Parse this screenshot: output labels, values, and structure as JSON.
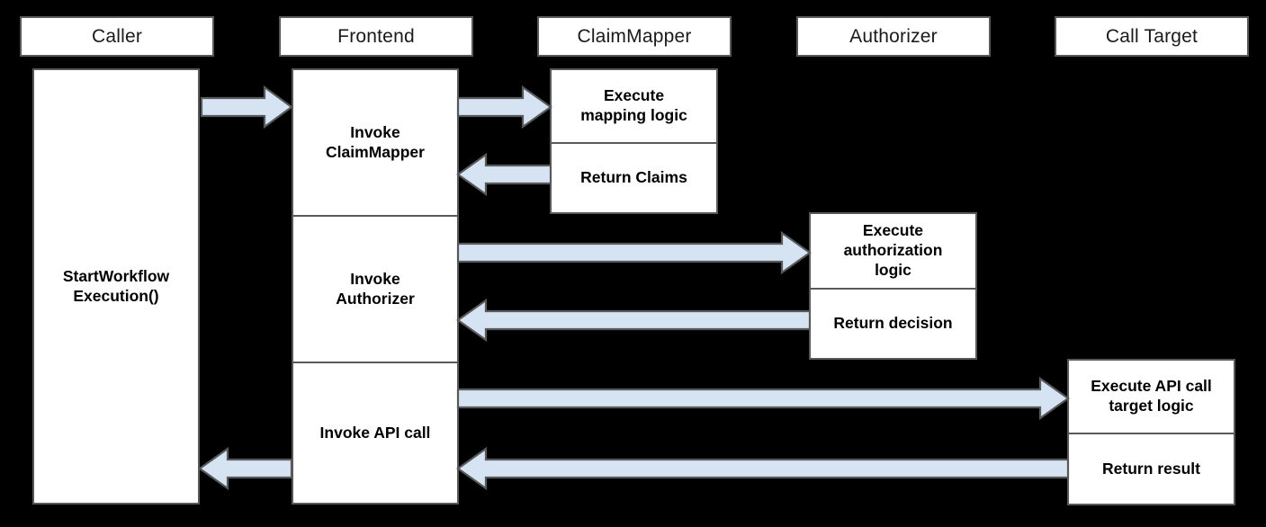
{
  "diagram": {
    "title": "API call workflow sequence diagram",
    "background_color": "#000000",
    "box_fill": "#ffffff",
    "box_border": "#595959",
    "arrow_fill": "#d6e3f3",
    "arrow_border": "#58595b"
  },
  "participants": [
    {
      "id": "caller",
      "label": "Caller"
    },
    {
      "id": "frontend",
      "label": "Frontend"
    },
    {
      "id": "claimmapper",
      "label": "ClaimMapper"
    },
    {
      "id": "authorizer",
      "label": "Authorizer"
    },
    {
      "id": "calltarget",
      "label": "Call Target"
    }
  ],
  "lifelines": {
    "caller": {
      "segments": [
        {
          "label": "StartWorkflow\nExecution()"
        }
      ]
    },
    "frontend": {
      "segments": [
        {
          "label": "Invoke\nClaimMapper"
        },
        {
          "label": "Invoke\nAuthorizer"
        },
        {
          "label": "Invoke API call"
        }
      ]
    },
    "claimmapper": {
      "segments": [
        {
          "label": "Execute\nmapping logic"
        },
        {
          "label": "Return Claims"
        }
      ]
    },
    "authorizer": {
      "segments": [
        {
          "label": "Execute\nauthorization\nlogic"
        },
        {
          "label": "Return decision"
        }
      ]
    },
    "calltarget": {
      "segments": [
        {
          "label": "Execute API call\ntarget logic"
        },
        {
          "label": "Return result"
        }
      ]
    }
  },
  "messages": [
    {
      "id": "m1",
      "from": "caller",
      "to": "frontend",
      "direction": "right",
      "name": "caller-to-frontend-arrow"
    },
    {
      "id": "m2",
      "from": "frontend",
      "to": "claimmapper",
      "direction": "right",
      "name": "frontend-to-claimmapper-arrow"
    },
    {
      "id": "m3",
      "from": "claimmapper",
      "to": "frontend",
      "direction": "left",
      "name": "claimmapper-to-frontend-arrow"
    },
    {
      "id": "m4",
      "from": "frontend",
      "to": "authorizer",
      "direction": "right",
      "name": "frontend-to-authorizer-arrow"
    },
    {
      "id": "m5",
      "from": "authorizer",
      "to": "frontend",
      "direction": "left",
      "name": "authorizer-to-frontend-arrow"
    },
    {
      "id": "m6",
      "from": "frontend",
      "to": "calltarget",
      "direction": "right",
      "name": "frontend-to-calltarget-arrow"
    },
    {
      "id": "m7",
      "from": "calltarget",
      "to": "frontend",
      "direction": "left",
      "name": "calltarget-to-frontend-arrow"
    },
    {
      "id": "m8",
      "from": "frontend",
      "to": "caller",
      "direction": "left",
      "name": "frontend-to-caller-arrow"
    }
  ]
}
